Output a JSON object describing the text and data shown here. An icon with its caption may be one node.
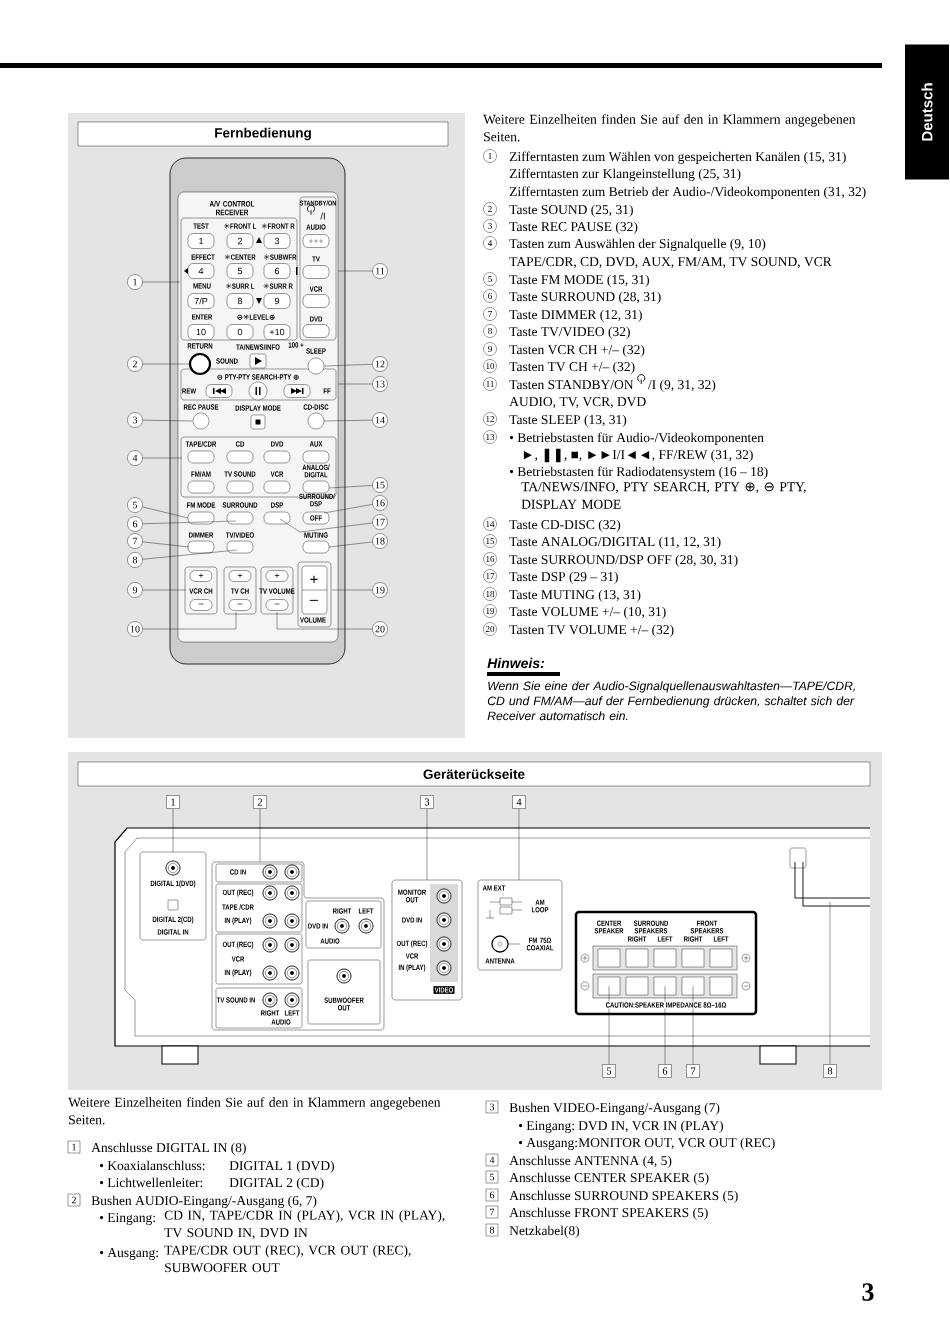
{
  "diagram": {
    "nodes": [
      {
        "text": [
          "Deutsch"
        ]
      },
      {
        "text": [
          "Fernbedienung"
        ]
      },
      {
        "text": [
          "1"
        ]
      },
      {
        "text": [
          "2"
        ]
      },
      {
        "text": [
          "3"
        ]
      },
      {
        "text": [
          "4"
        ]
      },
      {
        "text": [
          "5"
        ]
      },
      {
        "text": [
          "6"
        ]
      },
      {
        "text": [
          "7"
        ]
      },
      {
        "text": [
          "8"
        ]
      },
      {
        "text": [
          "9"
        ]
      },
      {
        "text": [
          "10"
        ]
      },
      {
        "text": [
          "11"
        ]
      },
      {
        "text": [
          "12"
        ]
      },
      {
        "text": [
          "13"
        ]
      },
      {
        "text": [
          "14"
        ]
      },
      {
        "text": [
          "15"
        ]
      },
      {
        "text": [
          "16"
        ]
      },
      {
        "text": [
          "17"
        ]
      },
      {
        "text": [
          "18"
        ]
      },
      {
        "text": [
          "19"
        ]
      },
      {
        "text": [
          "20"
        ]
      },
      {
        "text": [
          "Geräterückseite"
        ]
      },
      {
        "text": [
          "1"
        ]
      },
      {
        "text": [
          "2"
        ]
      },
      {
        "text": [
          "3"
        ]
      },
      {
        "text": [
          "4"
        ]
      },
      {
        "text": [
          "5"
        ]
      },
      {
        "text": [
          "6"
        ]
      },
      {
        "text": [
          "7"
        ]
      },
      {
        "text": [
          "8"
        ]
      },
      {
        "text": [],
        "shape": "picture"
      },
      {
        "text": [],
        "shape": "picture"
      }
    ],
    "edges": [
      {
        "from": 2,
        "to": 31,
        "arrow": "none"
      },
      {
        "from": 3,
        "to": 31,
        "arrow": "none"
      },
      {
        "from": 4,
        "to": 31,
        "arrow": "none"
      },
      {
        "from": 5,
        "to": 31,
        "arrow": "none"
      },
      {
        "from": 6,
        "to": 31,
        "arrow": "none"
      },
      {
        "from": 7,
        "to": 31,
        "arrow": "none"
      },
      {
        "from": 8,
        "to": 31,
        "arrow": "none"
      },
      {
        "from": 9,
        "to": 31,
        "arrow": "none"
      },
      {
        "from": 10,
        "to": 31,
        "arrow": "none"
      },
      {
        "from": 11,
        "to": 31,
        "arrow": "none"
      },
      {
        "from": 12,
        "to": 31,
        "arrow": "none"
      },
      {
        "from": 13,
        "to": 31,
        "arrow": "none"
      },
      {
        "from": 14,
        "to": 31,
        "arrow": "none"
      },
      {
        "from": 15,
        "to": 31,
        "arrow": "none"
      },
      {
        "from": 16,
        "to": 31,
        "arrow": "none"
      },
      {
        "from": 17,
        "to": 31,
        "arrow": "none"
      },
      {
        "from": 18,
        "to": 31,
        "arrow": "none"
      },
      {
        "from": 19,
        "to": 31,
        "arrow": "none"
      },
      {
        "from": 20,
        "to": 31,
        "arrow": "none"
      },
      {
        "from": 21,
        "to": 31,
        "arrow": "none"
      },
      {
        "from": 23,
        "to": 32,
        "arrow": "none"
      },
      {
        "from": 24,
        "to": 32,
        "arrow": "none"
      },
      {
        "from": 25,
        "to": 32,
        "arrow": "none"
      },
      {
        "from": 26,
        "to": 32,
        "arrow": "none"
      },
      {
        "from": 27,
        "to": 32,
        "arrow": "none"
      },
      {
        "from": 28,
        "to": 32,
        "arrow": "none"
      },
      {
        "from": 29,
        "to": 32,
        "arrow": "none"
      },
      {
        "from": 30,
        "to": 32,
        "arrow": "none"
      }
    ],
    "labels": [
      "A/V CONTROL RECEIVER",
      "STANDBY/ON",
      "/I",
      "TEST",
      "✳FRONT L",
      "✳FRONT R",
      "AUDIO",
      "1",
      "2",
      "3",
      "EFFECT",
      "✳CENTER",
      "✳SUBWFR",
      "TV",
      "4",
      "5",
      "6",
      "MENU",
      "✳SURR L",
      "✳SURR R",
      "VCR",
      "7/P",
      "8",
      "9",
      "ENTER",
      "⊖✳LEVEL⊕",
      "DVD",
      "10",
      "0",
      "+10",
      "RETURN",
      "TA/NEWS/INFO",
      "100 +",
      "SLEEP",
      "SOUND",
      "⊖ PTY-PTY SEARCH-PTY ⊕",
      "REW",
      "FF",
      "REC PAUSE",
      "DISPLAY MODE",
      "CD-DISC",
      "TAPE/CDR",
      "CD",
      "DVD",
      "AUX",
      "FM/AM",
      "TV SOUND",
      "VCR",
      "ANALOG/ DIGITAL",
      "FM MODE",
      "SURROUND",
      "DSP",
      "SURROUND/ DSP",
      "OFF",
      "DIMMER",
      "TV/VIDEO",
      "MUTING",
      "+",
      "+",
      "+",
      "+",
      "VCR CH",
      "TV CH",
      "TV VOLUME",
      "–",
      "–",
      "–",
      "–",
      "VOLUME",
      "Weitere Einzelheiten finden Sie auf den in Klammern angegebenen Seiten.",
      "1",
      "Zifferntasten zum Wählen von gespeicherten Kanälen (15, 31)",
      "Zifferntasten zur Klangeinstellung (25, 31)",
      "Zifferntasten zum Betrieb der Audio-/Videokomponenten (31, 32)",
      "2",
      "Taste SOUND (25, 31)",
      "3",
      "Taste REC PAUSE (32)",
      "4",
      "Tasten zum Auswählen der Signalquelle (9, 10)",
      "TAPE/CDR, CD, DVD, AUX, FM/AM, TV SOUND, VCR",
      "5",
      "Taste FM MODE (15, 31)",
      "6",
      "Taste SURROUND (28, 31)",
      "7",
      "Taste DIMMER (12, 31)",
      "8",
      "Taste TV/VIDEO (32)",
      "9",
      "Tasten VCR CH +/– (32)",
      "10",
      "Tasten TV CH +/– (32)",
      "11",
      "Tasten STANDBY/ON",
      "/I (9, 31, 32)",
      "AUDIO, TV, VCR, DVD",
      "12",
      "Taste SLEEP (13, 31)",
      "13",
      "• Betriebstasten für Audio-/Videokomponenten",
      "►, ❚❚, ■, ►►I/I◄◄, FF/REW (31, 32)",
      "• Betriebstasten für Radiodatensystem (16 – 18)",
      "TA/NEWS/INFO, PTY SEARCH, PTY ⊕, ⊖ PTY, DISPLAY MODE",
      "14",
      "Taste CD-DISC (32)",
      "15",
      "Taste ANALOG/DIGITAL (11, 12, 31)",
      "16",
      "Taste SURROUND/DSP OFF (28, 30, 31)",
      "17",
      "Taste DSP (29 – 31)",
      "18",
      "Taste MUTING (13, 31)",
      "19",
      "Taste VOLUME +/– (10, 31)",
      "20",
      "Tasten TV VOLUME +/– (32)",
      "Hinweis:",
      "Wenn Sie eine der Audio-Signalquellenauswahltasten—TAPE/CDR, CD und FM/AM—auf der Fernbedienung drücken, schaltet sich der Receiver automatisch ein.",
      "DIGITAL 1(DVD)",
      "DIGITAL 2(CD)",
      "DIGITAL IN",
      "CD IN",
      "OUT (REC)",
      "TAPE /CDR",
      "IN (PLAY)",
      "OUT (REC)",
      "VCR",
      "IN (PLAY)",
      "TV SOUND IN",
      "RIGHT",
      "LEFT",
      "AUDIO",
      "RIGHT",
      "LEFT",
      "DVD IN",
      "AUDIO",
      "SUBWOOFER OUT",
      "MONITOR OUT",
      "DVD IN",
      "OUT (REC)",
      "VCR",
      "IN (PLAY)",
      "VIDEO",
      "AM EXT",
      "AM LOOP",
      "FM 75Ω COAXIAL",
      "ANTENNA",
      "CENTER SPEAKER",
      "SURROUND SPEAKERS",
      "RIGHT",
      "LEFT",
      "FRONT SPEAKERS",
      "RIGHT",
      "LEFT",
      "CAUTION:SPEAKER IMPEDANCE 8Ω–16Ω",
      "Weitere Einzelheiten finden Sie auf den in Klammern angegebenen Seiten.",
      "1",
      "Anschlusse DIGITAL IN (8)",
      "• Koaxialanschluss:",
      "DIGITAL 1 (DVD)",
      "• Lichtwellenleiter:",
      "DIGITAL 2 (CD)",
      "2",
      "Bushen AUDIO-Eingang/-Ausgang (6, 7)",
      "• Eingang:",
      "CD IN, TAPE/CDR IN (PLAY), VCR IN (PLAY), TV SOUND IN, DVD IN",
      "• Ausgang:",
      "TAPE/CDR OUT (REC), VCR OUT (REC), SUBWOOFER OUT",
      "3",
      "Bushen VIDEO-Eingang/-Ausgang (7)",
      "• Eingang:",
      "DVD IN, VCR IN (PLAY)",
      "• Ausgang:",
      "MONITOR OUT, VCR OUT (REC)",
      "4",
      "Anschlusse ANTENNA (4, 5)",
      "5",
      "Anschlusse CENTER SPEAKER (5)",
      "6",
      "Anschlusse SURROUND SPEAKERS (5)",
      "7",
      "Anschlusse FRONT SPEAKERS (5)",
      "8",
      "Netzkabel(8)",
      "3"
    ]
  }
}
